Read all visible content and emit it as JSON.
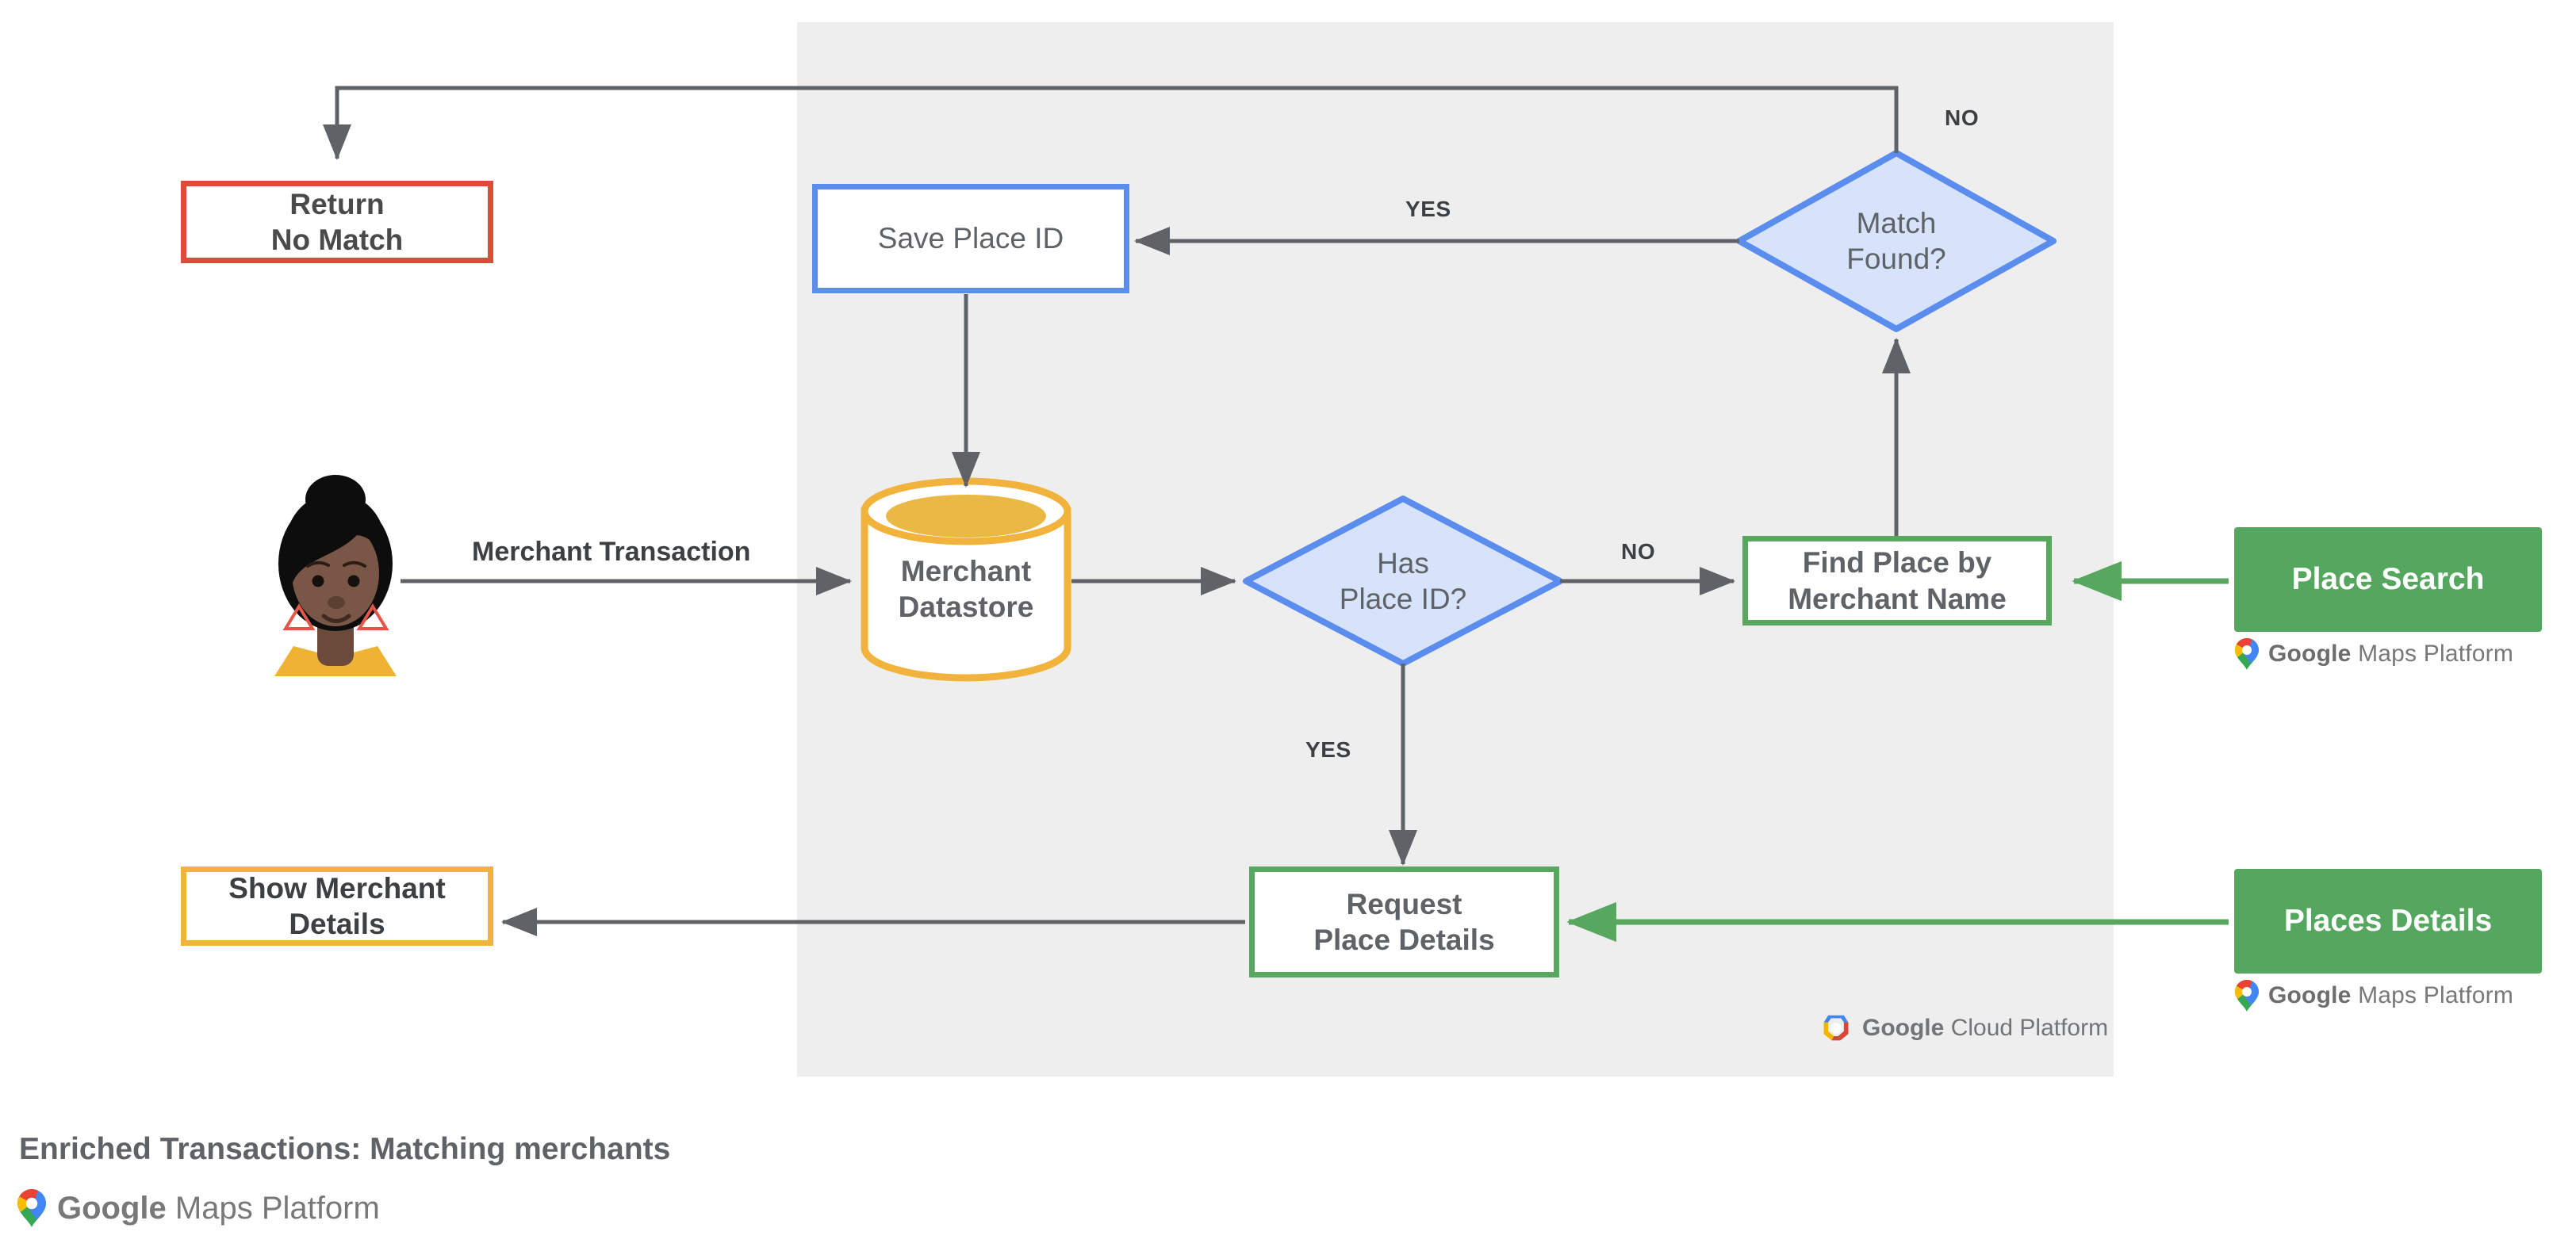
{
  "diagram": {
    "caption": "Enriched Transactions: Matching merchants",
    "panel_label": "google-cloud-platform-region",
    "colors": {
      "panel_bg": "#eeeeee",
      "red": "#dd4b39",
      "blue": "#5b8def",
      "blue_fill": "#d6e3fb",
      "amber": "#f2b33d",
      "green": "#57a75f",
      "green_fill": "#55a75f",
      "arrow": "#5f6368",
      "text": "#5f6368"
    },
    "nodes": [
      {
        "id": "return-no-match",
        "label": "Return\nNo Match",
        "line1": "Return",
        "line2": "No Match",
        "shape": "box",
        "color": "red"
      },
      {
        "id": "save-place-id",
        "label": "Save Place ID",
        "line1": "Save Place ID",
        "line2": "",
        "shape": "box",
        "color": "blue"
      },
      {
        "id": "match-found",
        "label": "Match\nFound?",
        "line1": "Match",
        "line2": "Found?",
        "shape": "diamond",
        "color": "blue"
      },
      {
        "id": "merchant-datastore",
        "label": "Merchant\nDatastore",
        "line1": "Merchant",
        "line2": "Datastore",
        "shape": "cylinder",
        "color": "amber"
      },
      {
        "id": "has-place-id",
        "label": "Has\nPlace ID?",
        "line1": "Has",
        "line2": "Place ID?",
        "shape": "diamond",
        "color": "blue"
      },
      {
        "id": "find-place",
        "label": "Find Place by\nMerchant Name",
        "line1": "Find Place by",
        "line2": "Merchant Name",
        "shape": "box",
        "color": "green"
      },
      {
        "id": "request-details",
        "label": "Request\nPlace Details",
        "line1": "Request",
        "line2": "Place Details",
        "shape": "box",
        "color": "green"
      },
      {
        "id": "show-merchant",
        "label": "Show Merchant\nDetails",
        "line1": "Show Merchant",
        "line2": "Details",
        "shape": "box",
        "color": "amber"
      },
      {
        "id": "place-search",
        "label": "Place Search",
        "line1": "Place Search",
        "line2": "",
        "shape": "filled",
        "color": "green"
      },
      {
        "id": "places-details",
        "label": "Places Details",
        "line1": "Places Details",
        "line2": "",
        "shape": "filled",
        "color": "green"
      }
    ],
    "edge_labels": {
      "no_top": "NO",
      "yes_match": "YES",
      "no_has_place_id": "NO",
      "yes_has_place_id": "YES",
      "merchant_transaction": "Merchant Transaction"
    },
    "lockups": {
      "maps_platform_brand": "Google",
      "maps_platform_product": "Maps Platform",
      "cloud_platform_brand": "Google",
      "cloud_platform_product": "Cloud Platform"
    }
  }
}
